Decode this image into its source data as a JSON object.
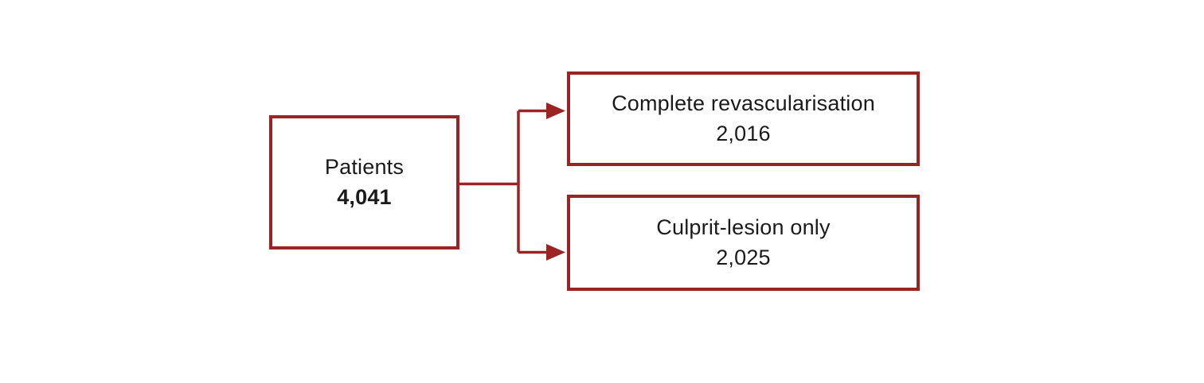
{
  "diagram": {
    "accent_color": "#9a2423",
    "root": {
      "label": "Patients",
      "value": "4,041"
    },
    "branches": [
      {
        "label": "Complete revascularisation",
        "value": "2,016"
      },
      {
        "label": "Culprit-lesion only",
        "value": "2,025"
      }
    ]
  }
}
